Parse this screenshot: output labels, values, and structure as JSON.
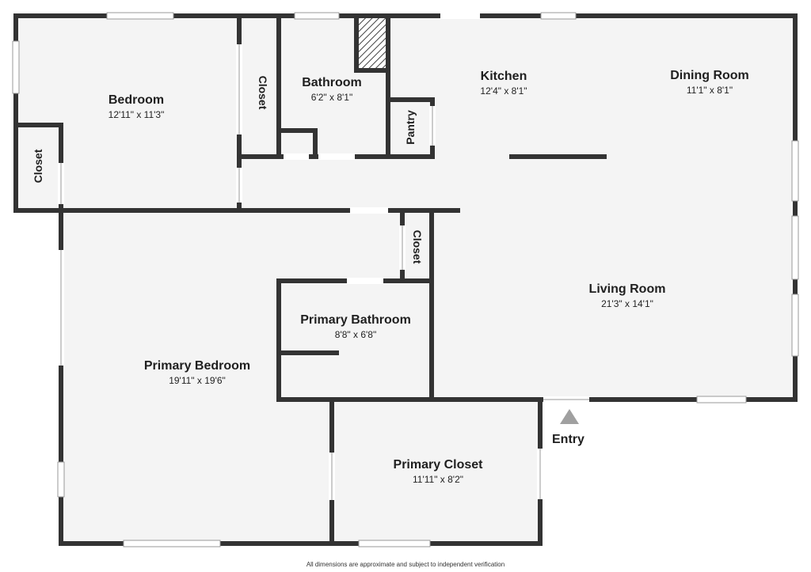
{
  "rooms": {
    "bedroom": {
      "name": "Bedroom",
      "dims": "12'11\" x 11'3\""
    },
    "bathroom": {
      "name": "Bathroom",
      "dims": "6'2\" x 8'1\""
    },
    "kitchen": {
      "name": "Kitchen",
      "dims": "12'4\" x 8'1\""
    },
    "dining": {
      "name": "Dining Room",
      "dims": "11'1\" x 8'1\""
    },
    "living": {
      "name": "Living Room",
      "dims": "21'3\" x 14'1\""
    },
    "primary_bathroom": {
      "name": "Primary Bathroom",
      "dims": "8'8\" x 6'8\""
    },
    "primary_bedroom": {
      "name": "Primary Bedroom",
      "dims": "19'11\" x 19'6\""
    },
    "primary_closet": {
      "name": "Primary Closet",
      "dims": "11'11\" x 8'2\""
    }
  },
  "vertical_labels": {
    "closet_top": "Closet",
    "closet_left": "Closet",
    "closet_mid": "Closet",
    "pantry": "Pantry"
  },
  "entry_label": "Entry",
  "footer": "All dimensions are approximate and subject to independent verification",
  "colors": {
    "wall": "#333333",
    "floor": "#f4f4f4",
    "entry_marker": "#a0a0a0"
  }
}
